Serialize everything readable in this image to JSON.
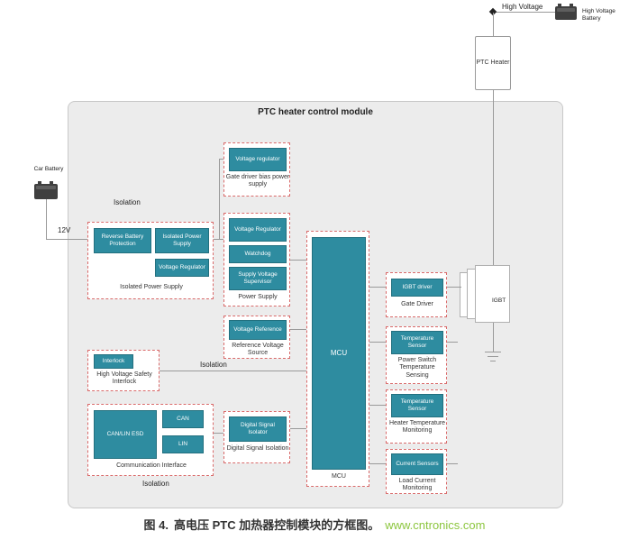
{
  "colors": {
    "block_teal": "#2e8ca0",
    "group_border": "#d96a6a",
    "module_bg": "#ececec",
    "wire_gray": "#9a9a9a",
    "watermark_green": "#8cc63e"
  },
  "external": {
    "high_voltage_label": "High Voltage",
    "hv_battery_label": "High Voltage Battery",
    "ptc_heater_label": "PTC Heater",
    "car_battery_label": "Car Battery",
    "supply_label": "12V",
    "igbt_label": "IGBT"
  },
  "module": {
    "title": "PTC heater control module",
    "isolation_labels": [
      "Isolation",
      "Isolation",
      "Isolation"
    ]
  },
  "groups": {
    "gate_driver_bias": {
      "label": "Gate driver bias power supply",
      "boxes": [
        "Voltage regulator"
      ]
    },
    "isolated_power_supply": {
      "label": "Isolated Power Supply",
      "boxes": [
        "Reverse Battery Protection",
        "Isolated Power Supply",
        "Voltage Regulator"
      ]
    },
    "power_supply": {
      "label": "Power Supply",
      "boxes": [
        "Voltage Regulator",
        "Watchdog",
        "Supply Voltage Supervisor"
      ]
    },
    "reference_voltage": {
      "label": "Reference Voltage Source",
      "boxes": [
        "Voltage Reference"
      ]
    },
    "mcu": {
      "label": "MCU",
      "boxes": [
        "MCU"
      ]
    },
    "hv_safety_interlock": {
      "label": "High Voltage Safety Interlock",
      "boxes": [
        "Interlock"
      ]
    },
    "communication_interface": {
      "label": "Communication Interface",
      "boxes": [
        "CAN/LIN ESD",
        "CAN",
        "LIN"
      ]
    },
    "digital_signal_isolation": {
      "label": "Digital Signal Isolation",
      "boxes": [
        "Digital Signal Isolator"
      ]
    },
    "gate_driver": {
      "label": "Gate Driver",
      "boxes": [
        "IGBT driver"
      ]
    },
    "power_switch_temp_sensing": {
      "label": "Power Switch Temperature Sensing",
      "boxes": [
        "Temperature Sensor"
      ]
    },
    "heater_temp_monitoring": {
      "label": "Heater Temperature Monitoring",
      "boxes": [
        "Temperature Sensor"
      ]
    },
    "load_current_monitoring": {
      "label": "Load Current Monitoring",
      "boxes": [
        "Current Sensors"
      ]
    }
  },
  "caption": {
    "figure": "图 4.",
    "text": "高电压 PTC 加热器控制模块的方框图。",
    "watermark": "www.cntronics.com"
  }
}
